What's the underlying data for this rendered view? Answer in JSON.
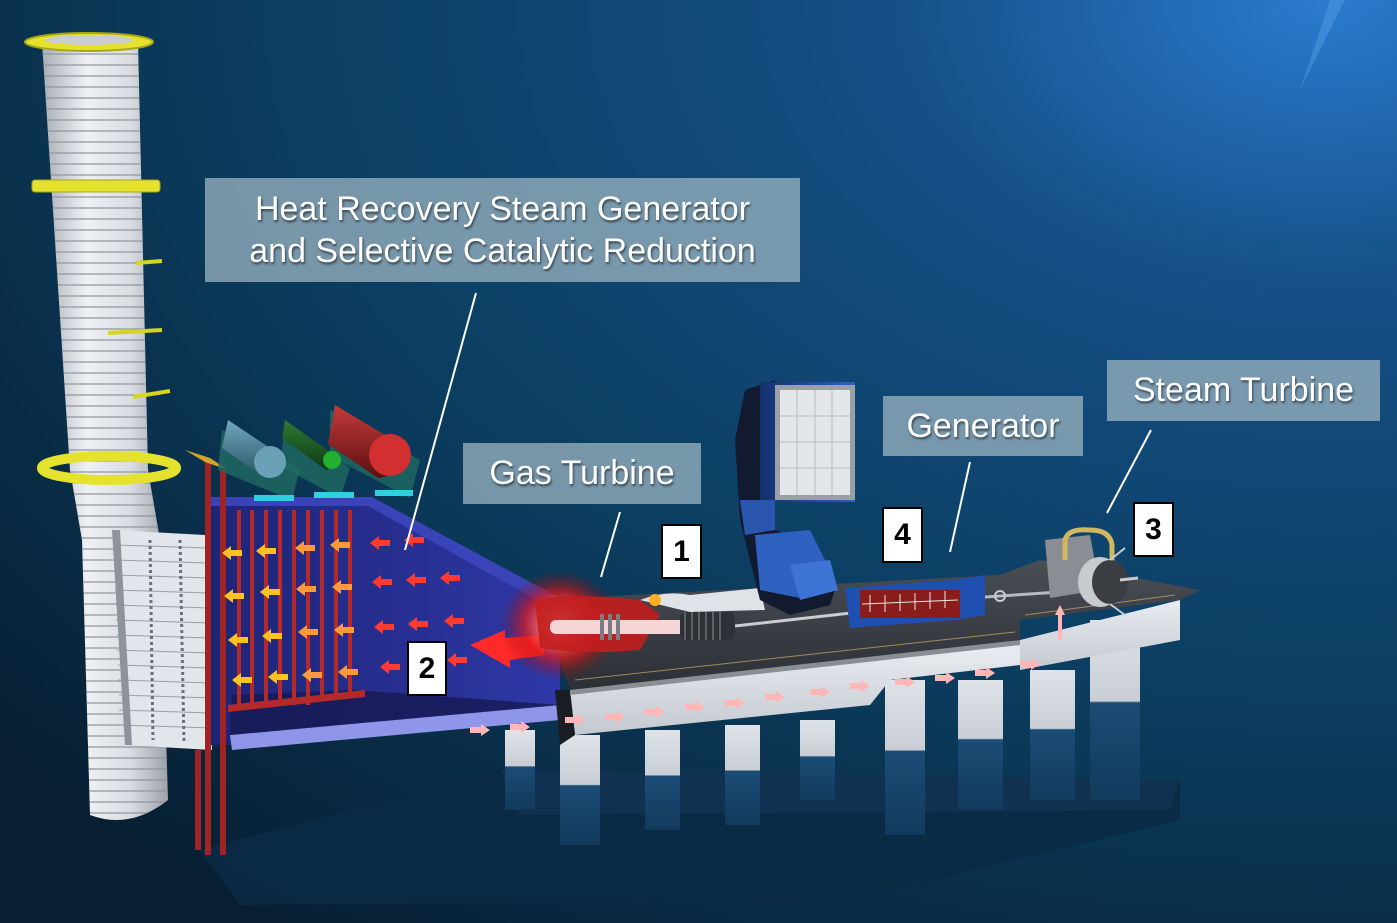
{
  "diagram": {
    "subject": "Combined cycle power plant cutaway",
    "background_color": "#0b3a58",
    "labels": {
      "hrsg": {
        "line1": "Heat Recovery Steam Generator",
        "line2": "and Selective Catalytic Reduction"
      },
      "gas_turbine": "Gas Turbine",
      "generator": "Generator",
      "steam_turbine": "Steam Turbine"
    },
    "callouts": [
      {
        "number": "1",
        "component": "gas-turbine"
      },
      {
        "number": "2",
        "component": "hrsg-exhaust-flow"
      },
      {
        "number": "3",
        "component": "steam-turbine"
      },
      {
        "number": "4",
        "component": "generator"
      }
    ],
    "components": [
      "exhaust-stack",
      "heat-recovery-steam-generator",
      "steam-drums",
      "gas-turbine",
      "air-intake",
      "generator",
      "steam-turbine",
      "foundation-deck"
    ],
    "colors": {
      "label_box": "#96afbe",
      "stack": "#d8dde2",
      "stack_rings": "#e2e02a",
      "hrsg_body": "#262a8a",
      "hrsg_tubes": "#b42a2a",
      "hot_flow_arrow": "#ff3b30",
      "warm_flow_arrow": "#ffc021",
      "cool_flow_arrow": "#ffb6b6",
      "drum_blue": "#5f98b0",
      "drum_green": "#1f9a2a",
      "drum_red": "#cf2a2a",
      "intake": "#2a5fb8",
      "deck": "#3c3f44",
      "foundation": "#d9dde3"
    }
  }
}
